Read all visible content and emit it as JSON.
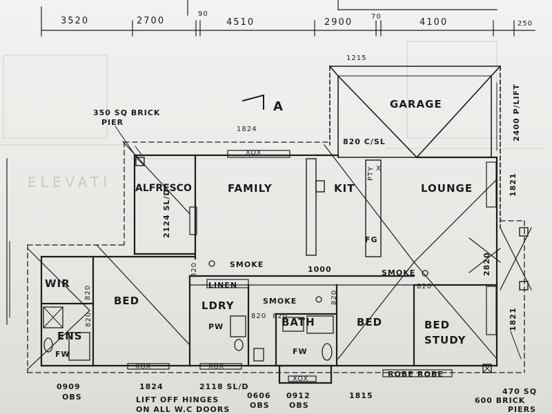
{
  "top_dimensions": [
    "3520",
    "2700",
    "90",
    "4510",
    "2900",
    "70",
    "4100",
    "250",
    "1215",
    "1824"
  ],
  "rooms": {
    "garage": "GARAGE",
    "alfresco": "ALFRESCO",
    "family": "FAMILY",
    "kit": "KIT",
    "lounge": "LOUNGE",
    "wir": "WIR",
    "bed1": "BED",
    "ens": "ENS",
    "ldry": "LDRY",
    "bath": "BATH",
    "bed2": "BED",
    "bed_study": [
      "BED",
      "STUDY"
    ]
  },
  "annotations": {
    "brick_pier": [
      "350 SQ BRICK",
      "PIER"
    ],
    "section_marker": "A",
    "garage_door": "820 C/SL",
    "tilt_door": "2400 P/LIFT",
    "alfresco_door": "2124 SL/D",
    "pty": "PTY",
    "fg": "FG",
    "smoke": "SMOKE",
    "linen": "LINEN",
    "passage": "1000",
    "door_820": "820",
    "dim_1821": "1821",
    "dim_2820": "2820",
    "pw": "PW",
    "fw": "FW",
    "window_x": "X",
    "window_xox": "XOX",
    "robe": "ROBE"
  },
  "bottom_labels": {
    "w1": [
      "0909",
      "OBS"
    ],
    "w2": "1824",
    "w3": "2118 SL/D",
    "w4": [
      "0606",
      "OBS"
    ],
    "w5": [
      "0912",
      "OBS"
    ],
    "w6": "1815",
    "note": [
      "LIFT OFF HINGES",
      "ON ALL W.C DOORS"
    ],
    "piers": [
      "470 SQ",
      "600 BRICK",
      "PIERS"
    ]
  }
}
